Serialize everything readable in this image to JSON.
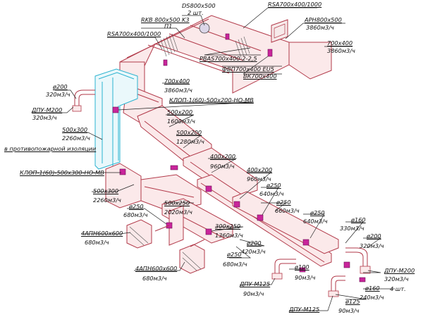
{
  "labels": {
    "ds800x500": "DS800x500",
    "ds_qty": "2 шт.",
    "rkb": "RKB 800x500 K3",
    "rkb_p": "П1",
    "rsa_top": "RSA700x400/1000",
    "apn800": "АРН800x500",
    "apn800_flow": "3860м3/ч",
    "size_700x400_r": "700x400",
    "flow_3860_r": "3860м3/ч",
    "rsa_left": "RSA700x400/1000",
    "pbas": "PBAS700x400-2-2,5",
    "fvp": "ФВП700x400 EU5",
    "vk": "ВК700x400",
    "size_700x400_c": "700x400",
    "flow_3860_c": "3860м3/ч",
    "d200_a": "ø200",
    "flow_320_a": "320м3/ч",
    "klop_top": "КЛОП-1(60)-500x200-НО-МВ",
    "dpu_m200_l": "ДПУ-М200",
    "flow_320_b": "320м3/ч",
    "size_500x200_a": "500x200",
    "flow_1600": "1600м3/ч",
    "size_500x300_a": "500x300",
    "flow_2260_a": "2260м3/ч",
    "size_500x200_b": "500x200",
    "flow_1280": "1280м3/ч",
    "fire_iso": "в противопожарной изоляции",
    "size_400x200_a": "400x200",
    "flow_960_a": "960м3/ч",
    "klop_bottom": "КЛОП-1(60)-500x300-НО-МВ",
    "size_400x200_b": "400x200",
    "flow_960_b": "960м3/ч",
    "d250_a": "ø250",
    "flow_640_a": "640м3/ч",
    "size_500x300_b": "500x300",
    "flow_2260_b": "2260м3/ч",
    "d250_b": "ø250",
    "flow_660": "660м3/ч",
    "size_500x250": "500x250",
    "flow_2020": "2020м3/ч",
    "d250_c": "ø250",
    "flow_680_a": "680м3/ч",
    "d250_d": "ø250",
    "flow_640_b": "640м3/ч",
    "d160_a": "ø160",
    "flow_330": "330м3/ч",
    "size_300x250": "300x250",
    "flow_1360": "1360м3/ч",
    "apn600_a": "4АПН600x600",
    "flow_680_b": "680м3/ч",
    "d200_b": "ø200",
    "flow_420": "420м3/ч",
    "d200_c": "ø200",
    "flow_320_c": "320м3/ч",
    "d250_e": "ø250",
    "flow_680_c": "680м3/ч",
    "apn600_b": "4АПН600x600",
    "flow_680_d": "680м3/ч",
    "d100": "ø100",
    "flow_90_a": "90м3/ч",
    "dpu_m200_r": "ДПУ-М200",
    "flow_320_d": "320м3/ч",
    "qty_4": "4 шт.",
    "dpu_m125_a": "ДПУ-М125",
    "flow_90_b": "90м3/ч",
    "d160_b": "ø160",
    "flow_240": "240м3/ч",
    "d125": "ø125",
    "flow_90_c": "90м3/ч",
    "dpu_m125_b": "ДПУ-М125"
  },
  "colors": {
    "duct_stroke": "#b23a4a",
    "duct_fill": "#fbe9ea",
    "fire_insulation": "#2bb3d0",
    "fitting": "#c9259b"
  }
}
